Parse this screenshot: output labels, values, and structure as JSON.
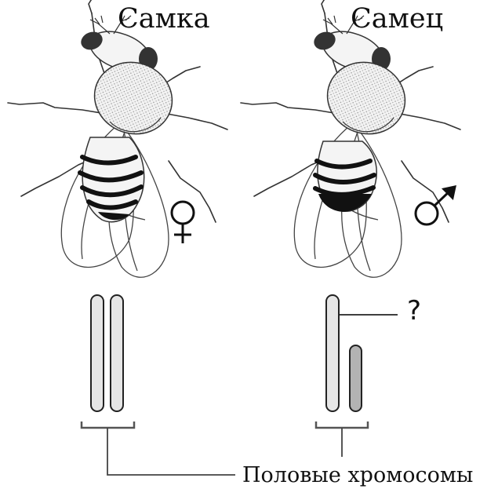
{
  "labels": {
    "female_title": "Самка",
    "male_title": "Самец",
    "question_mark": "?",
    "caption": "Половые хромосомы"
  },
  "symbols": {
    "female": "female-symbol",
    "male": "male-symbol"
  },
  "colors": {
    "chromosome_light": "#e6e6e6",
    "chromosome_dark": "#b3b3b3",
    "abdomen_band": "#111111",
    "eye": "#333333"
  }
}
